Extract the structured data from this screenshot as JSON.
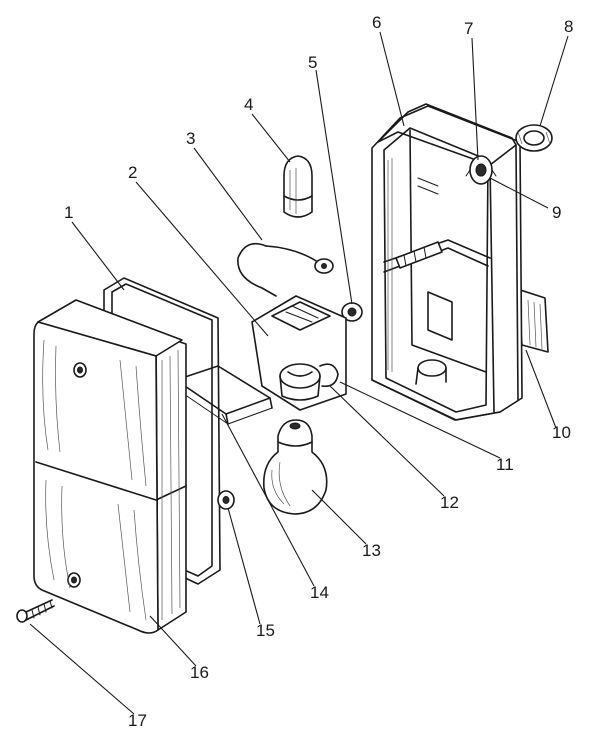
{
  "callouts": [
    {
      "id": "1",
      "label": "1"
    },
    {
      "id": "2",
      "label": "2"
    },
    {
      "id": "3",
      "label": "3"
    },
    {
      "id": "4",
      "label": "4"
    },
    {
      "id": "5",
      "label": "5"
    },
    {
      "id": "6",
      "label": "6"
    },
    {
      "id": "7",
      "label": "7"
    },
    {
      "id": "8",
      "label": "8"
    },
    {
      "id": "9",
      "label": "9"
    },
    {
      "id": "10",
      "label": "10"
    },
    {
      "id": "11",
      "label": "11"
    },
    {
      "id": "12",
      "label": "12"
    },
    {
      "id": "13",
      "label": "13"
    },
    {
      "id": "14",
      "label": "14"
    },
    {
      "id": "15",
      "label": "15"
    },
    {
      "id": "16",
      "label": "16"
    },
    {
      "id": "17",
      "label": "17"
    }
  ],
  "colors": {
    "ink": "#1a1a1a",
    "paper": "#ffffff"
  }
}
